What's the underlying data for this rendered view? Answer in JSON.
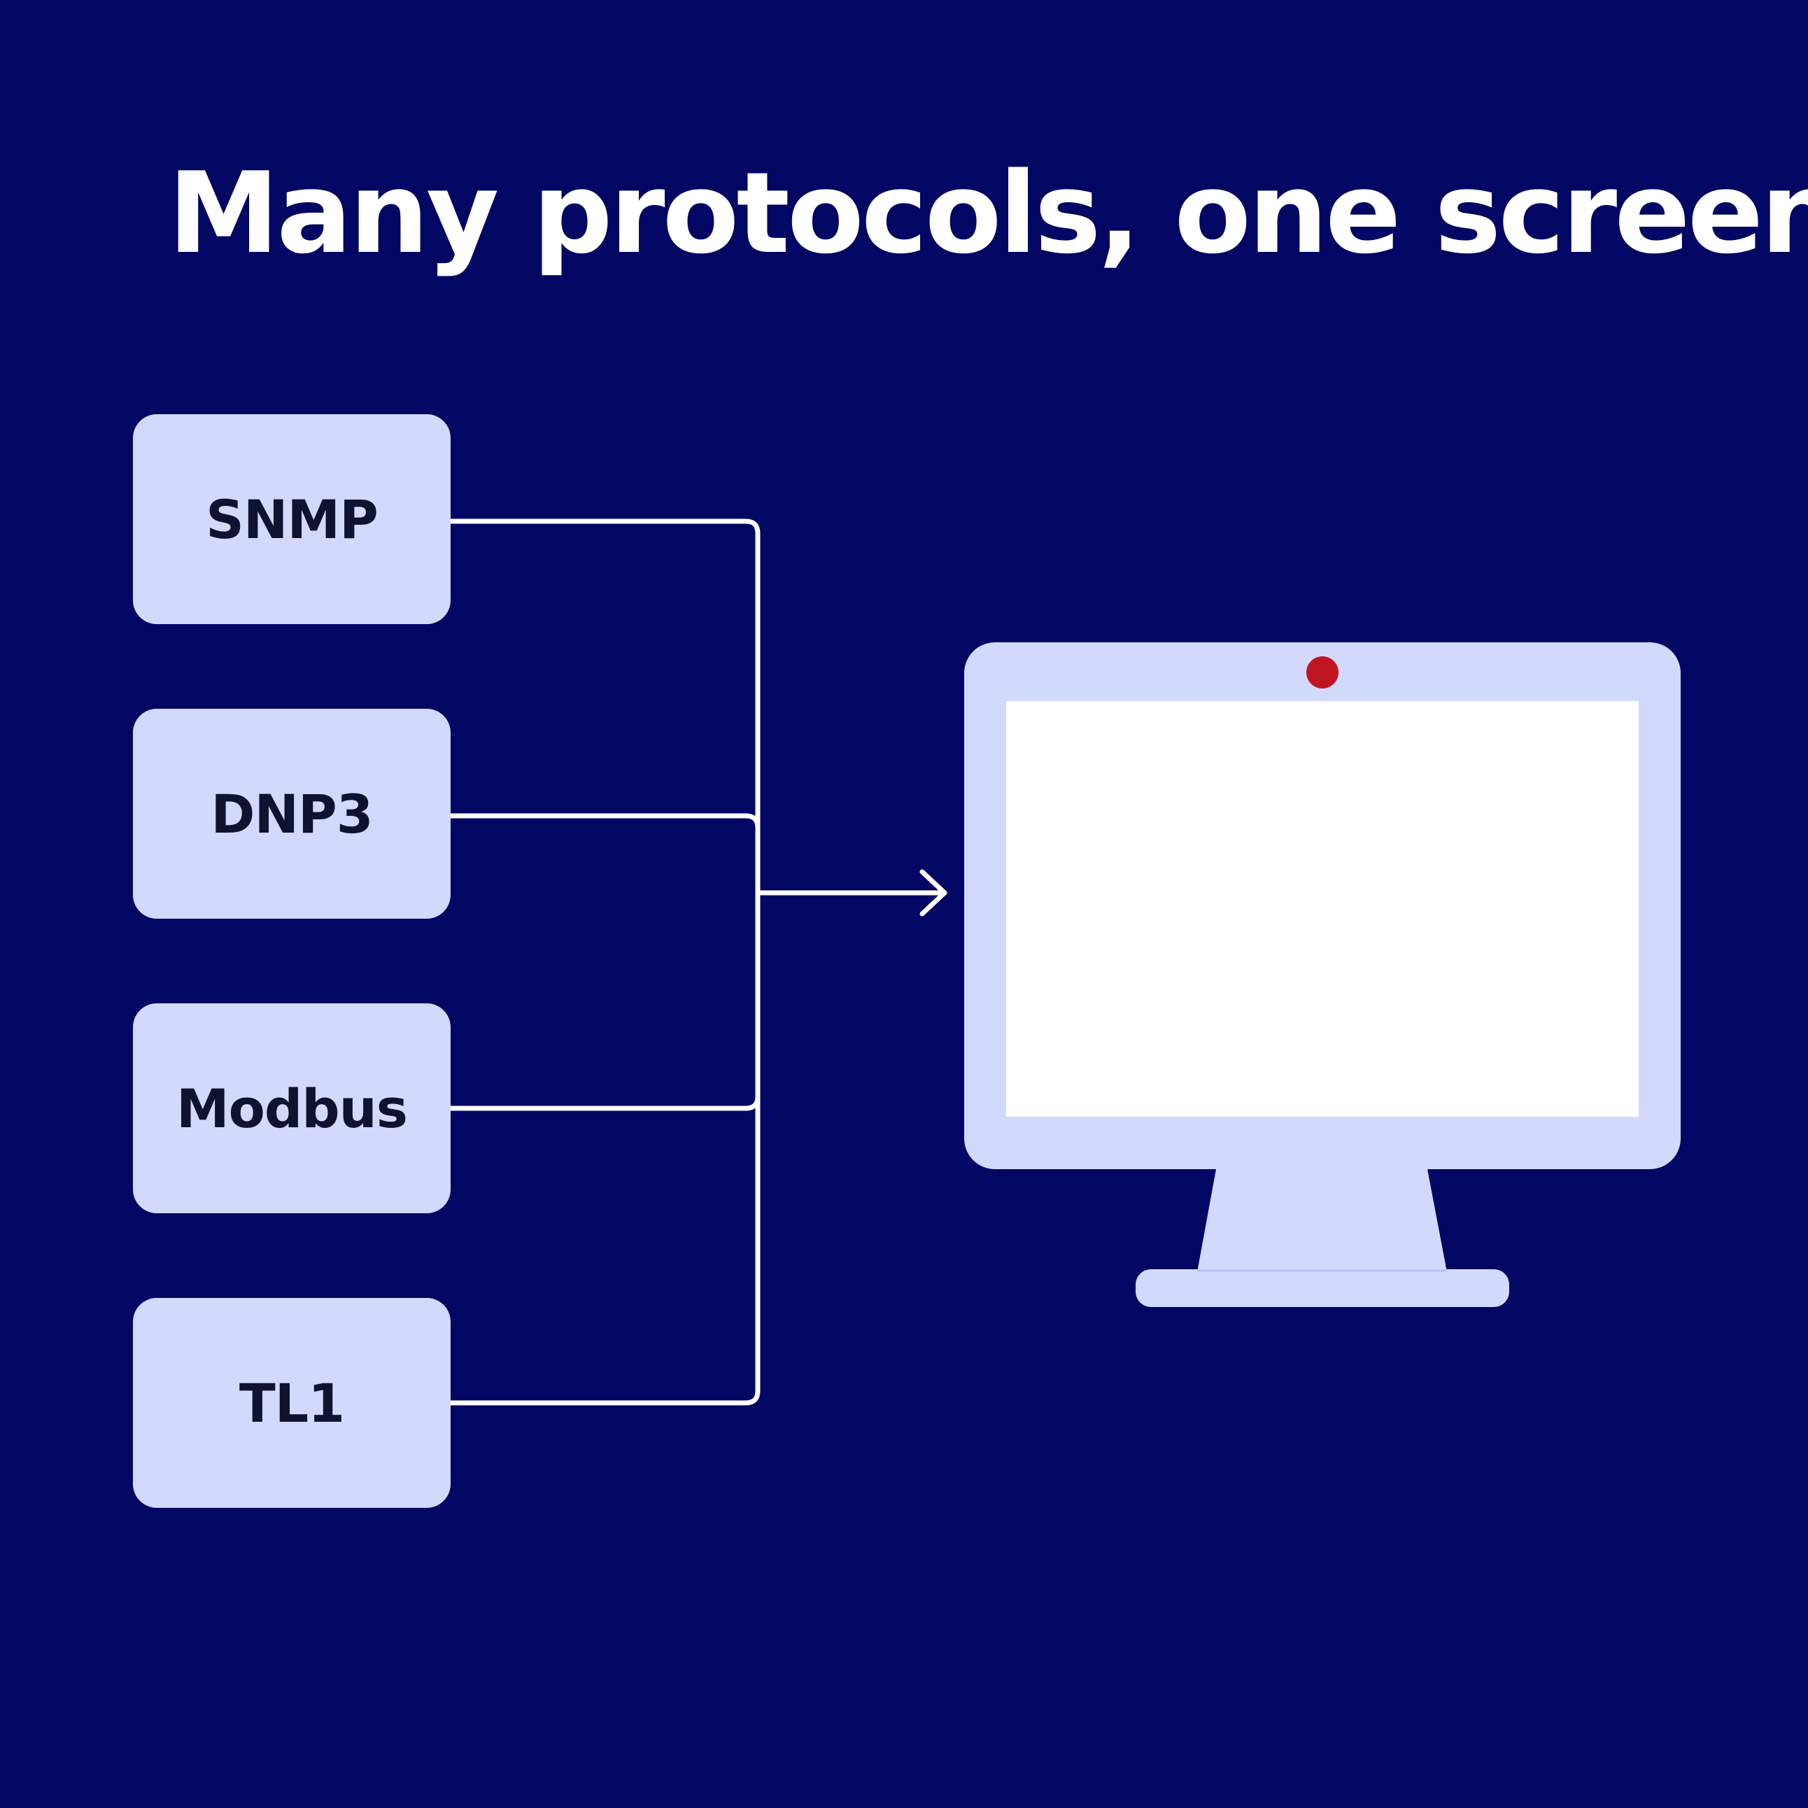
{
  "title": "Many protocols, one screen",
  "protocols": [
    {
      "label": "SNMP"
    },
    {
      "label": "DNP3"
    },
    {
      "label": "Modbus"
    },
    {
      "label": "TL1"
    }
  ],
  "colors": {
    "background": "#020764",
    "box": "#d3d9fd",
    "box_text": "#101330",
    "connector": "#ffffff",
    "monitor_body": "#d3d9fd",
    "monitor_screen": "#ffffff",
    "camera_dot": "#c0161f"
  },
  "icons": {
    "target": "monitor-icon",
    "indicator": "camera-dot-icon"
  }
}
